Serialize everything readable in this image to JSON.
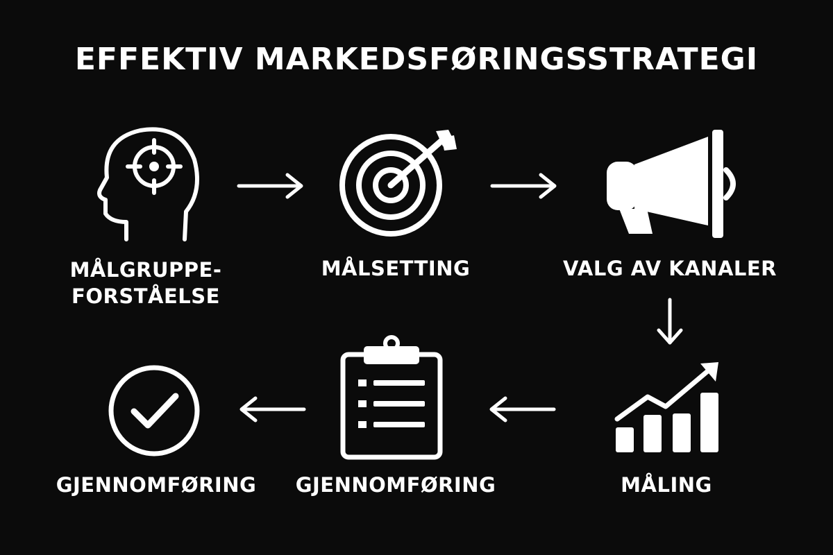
{
  "title": "EFFEKTIV MARKEDSFØRINGSSTRATEGI",
  "steps": [
    {
      "label_lines": [
        "MÅLGRUPPE-",
        "FORSTÅELSE"
      ],
      "icon": "head-target-icon"
    },
    {
      "label_lines": [
        "MÅLSETTING"
      ],
      "icon": "target-arrow-icon"
    },
    {
      "label_lines": [
        "VALG AV KANALER"
      ],
      "icon": "megaphone-icon"
    },
    {
      "label_lines": [
        "MÅLING"
      ],
      "icon": "growth-chart-icon"
    },
    {
      "label_lines": [
        "GJENNOMFØRING"
      ],
      "icon": "clipboard-icon"
    },
    {
      "label_lines": [
        "GJENNOMFØRING"
      ],
      "icon": "check-circle-icon"
    }
  ],
  "colors": {
    "background": "#0b0b0b",
    "foreground": "#ffffff"
  }
}
